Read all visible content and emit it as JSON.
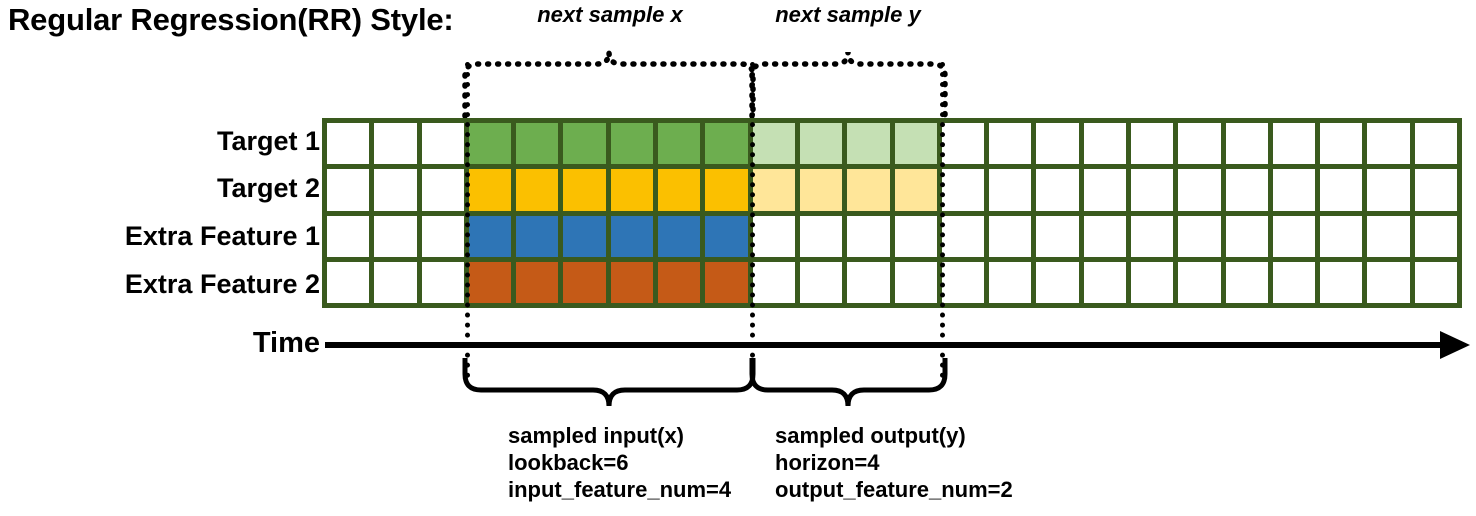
{
  "title": "Regular Regression(RR) Style:",
  "rows": [
    {
      "label": "Target 1",
      "color": "#6DAE4F",
      "light": "#C5E0B4"
    },
    {
      "label": "Target 2",
      "color": "#FBC000",
      "light": "#FFE699"
    },
    {
      "label": "Extra Feature 1",
      "color": "#2E75B6",
      "light": null
    },
    {
      "label": "Extra Feature 2",
      "color": "#C55A17",
      "light": null
    }
  ],
  "grid": {
    "columns": 24,
    "rows": 4,
    "border_color": "#3A5A1E",
    "empty_color": "#FFFFFF",
    "input_start_col": 3,
    "input_end_col": 9,
    "output_start_col": 9,
    "output_end_col": 13
  },
  "axis": {
    "label": "Time"
  },
  "top_annotations": [
    {
      "text": "next sample x"
    },
    {
      "text": "next sample y"
    }
  ],
  "bottom_annotations": [
    {
      "line1": "sampled input(x)",
      "line2": "lookback=6",
      "line3": "input_feature_num=4"
    },
    {
      "line1": "sampled output(y)",
      "line2": "horizon=4",
      "line3": "output_feature_num=2"
    }
  ]
}
